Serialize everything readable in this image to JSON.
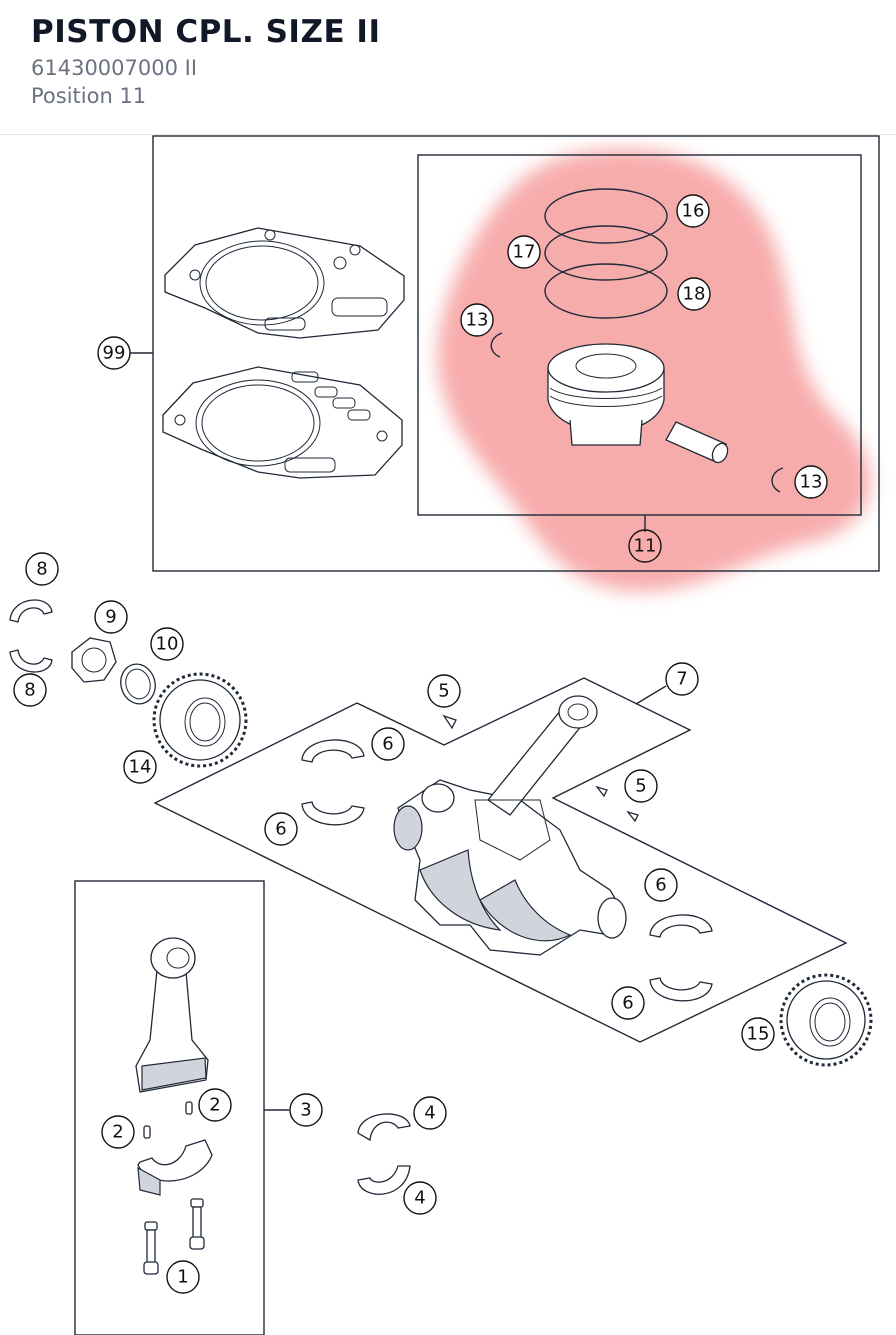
{
  "header": {
    "title": "PISTON CPL. SIZE II",
    "part_number": "61430007000 II",
    "position": "Position 11"
  },
  "highlight": {
    "color": "#f59595",
    "position": "11"
  },
  "callouts": [
    "1",
    "2",
    "2",
    "3",
    "4",
    "4",
    "5",
    "5",
    "6",
    "6",
    "6",
    "6",
    "7",
    "8",
    "8",
    "9",
    "10",
    "11",
    "13",
    "13",
    "14",
    "15",
    "16",
    "17",
    "18",
    "99"
  ]
}
